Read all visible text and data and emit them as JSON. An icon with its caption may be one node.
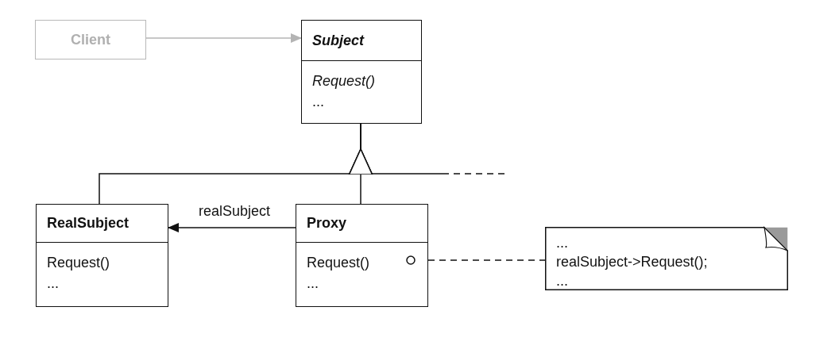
{
  "diagram": {
    "nodes": [
      {
        "text": [
          "Client"
        ]
      },
      {
        "text": [
          "Subject",
          "Request()",
          "..."
        ]
      },
      {
        "text": [
          "RealSubject",
          "Request()",
          "..."
        ]
      },
      {
        "text": [
          "Proxy",
          "Request()",
          "..."
        ]
      },
      {
        "text": [
          "...",
          "realSubject->Request();",
          "..."
        ]
      }
    ],
    "edges": [
      {
        "from": 0,
        "to": 1,
        "arrow": "to",
        "color": "#b4b4b4"
      },
      {
        "from": 2,
        "to": 1,
        "arrow": "to"
      },
      {
        "from": 3,
        "to": 1,
        "arrow": "to"
      },
      {
        "from": null,
        "to": 1,
        "arrow": "to",
        "style": "dashed"
      },
      {
        "from": 3,
        "to": 2,
        "arrow": "to",
        "label": "realSubject"
      },
      {
        "from": 3,
        "to": 4,
        "arrow": "other",
        "style": "dashed"
      }
    ]
  }
}
